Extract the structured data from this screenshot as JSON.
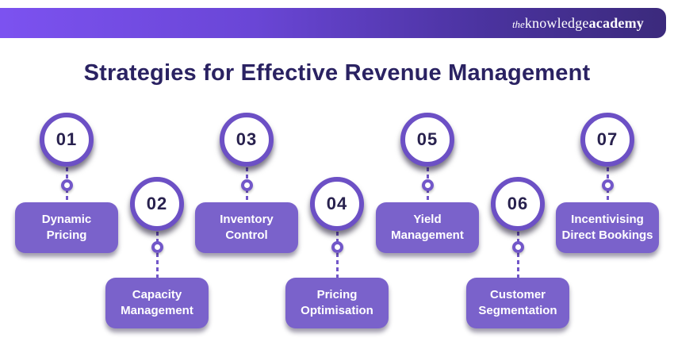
{
  "header": {
    "logo": {
      "the": "the",
      "knowledge": "knowledge",
      "academy": "academy"
    }
  },
  "title": "Strategies for Effective Revenue Management",
  "colors": {
    "accent_ring": "#6c50c5",
    "box_fill": "#7a62cb",
    "title_text": "#2a2262",
    "number_text": "#28214e",
    "header_gradient_start": "#7c52f0",
    "header_gradient_end": "#3b2a7c"
  },
  "items": [
    {
      "number": "01",
      "lines": [
        "Dynamic",
        "Pricing"
      ]
    },
    {
      "number": "02",
      "lines": [
        "Capacity",
        "Management"
      ]
    },
    {
      "number": "03",
      "lines": [
        "Inventory",
        "Control"
      ]
    },
    {
      "number": "04",
      "lines": [
        "Pricing",
        "Optimisation"
      ]
    },
    {
      "number": "05",
      "lines": [
        "Yield",
        "Management"
      ]
    },
    {
      "number": "06",
      "lines": [
        "Customer",
        "Segmentation"
      ]
    },
    {
      "number": "07",
      "lines": [
        "Incentivising",
        "Direct Bookings"
      ]
    }
  ]
}
